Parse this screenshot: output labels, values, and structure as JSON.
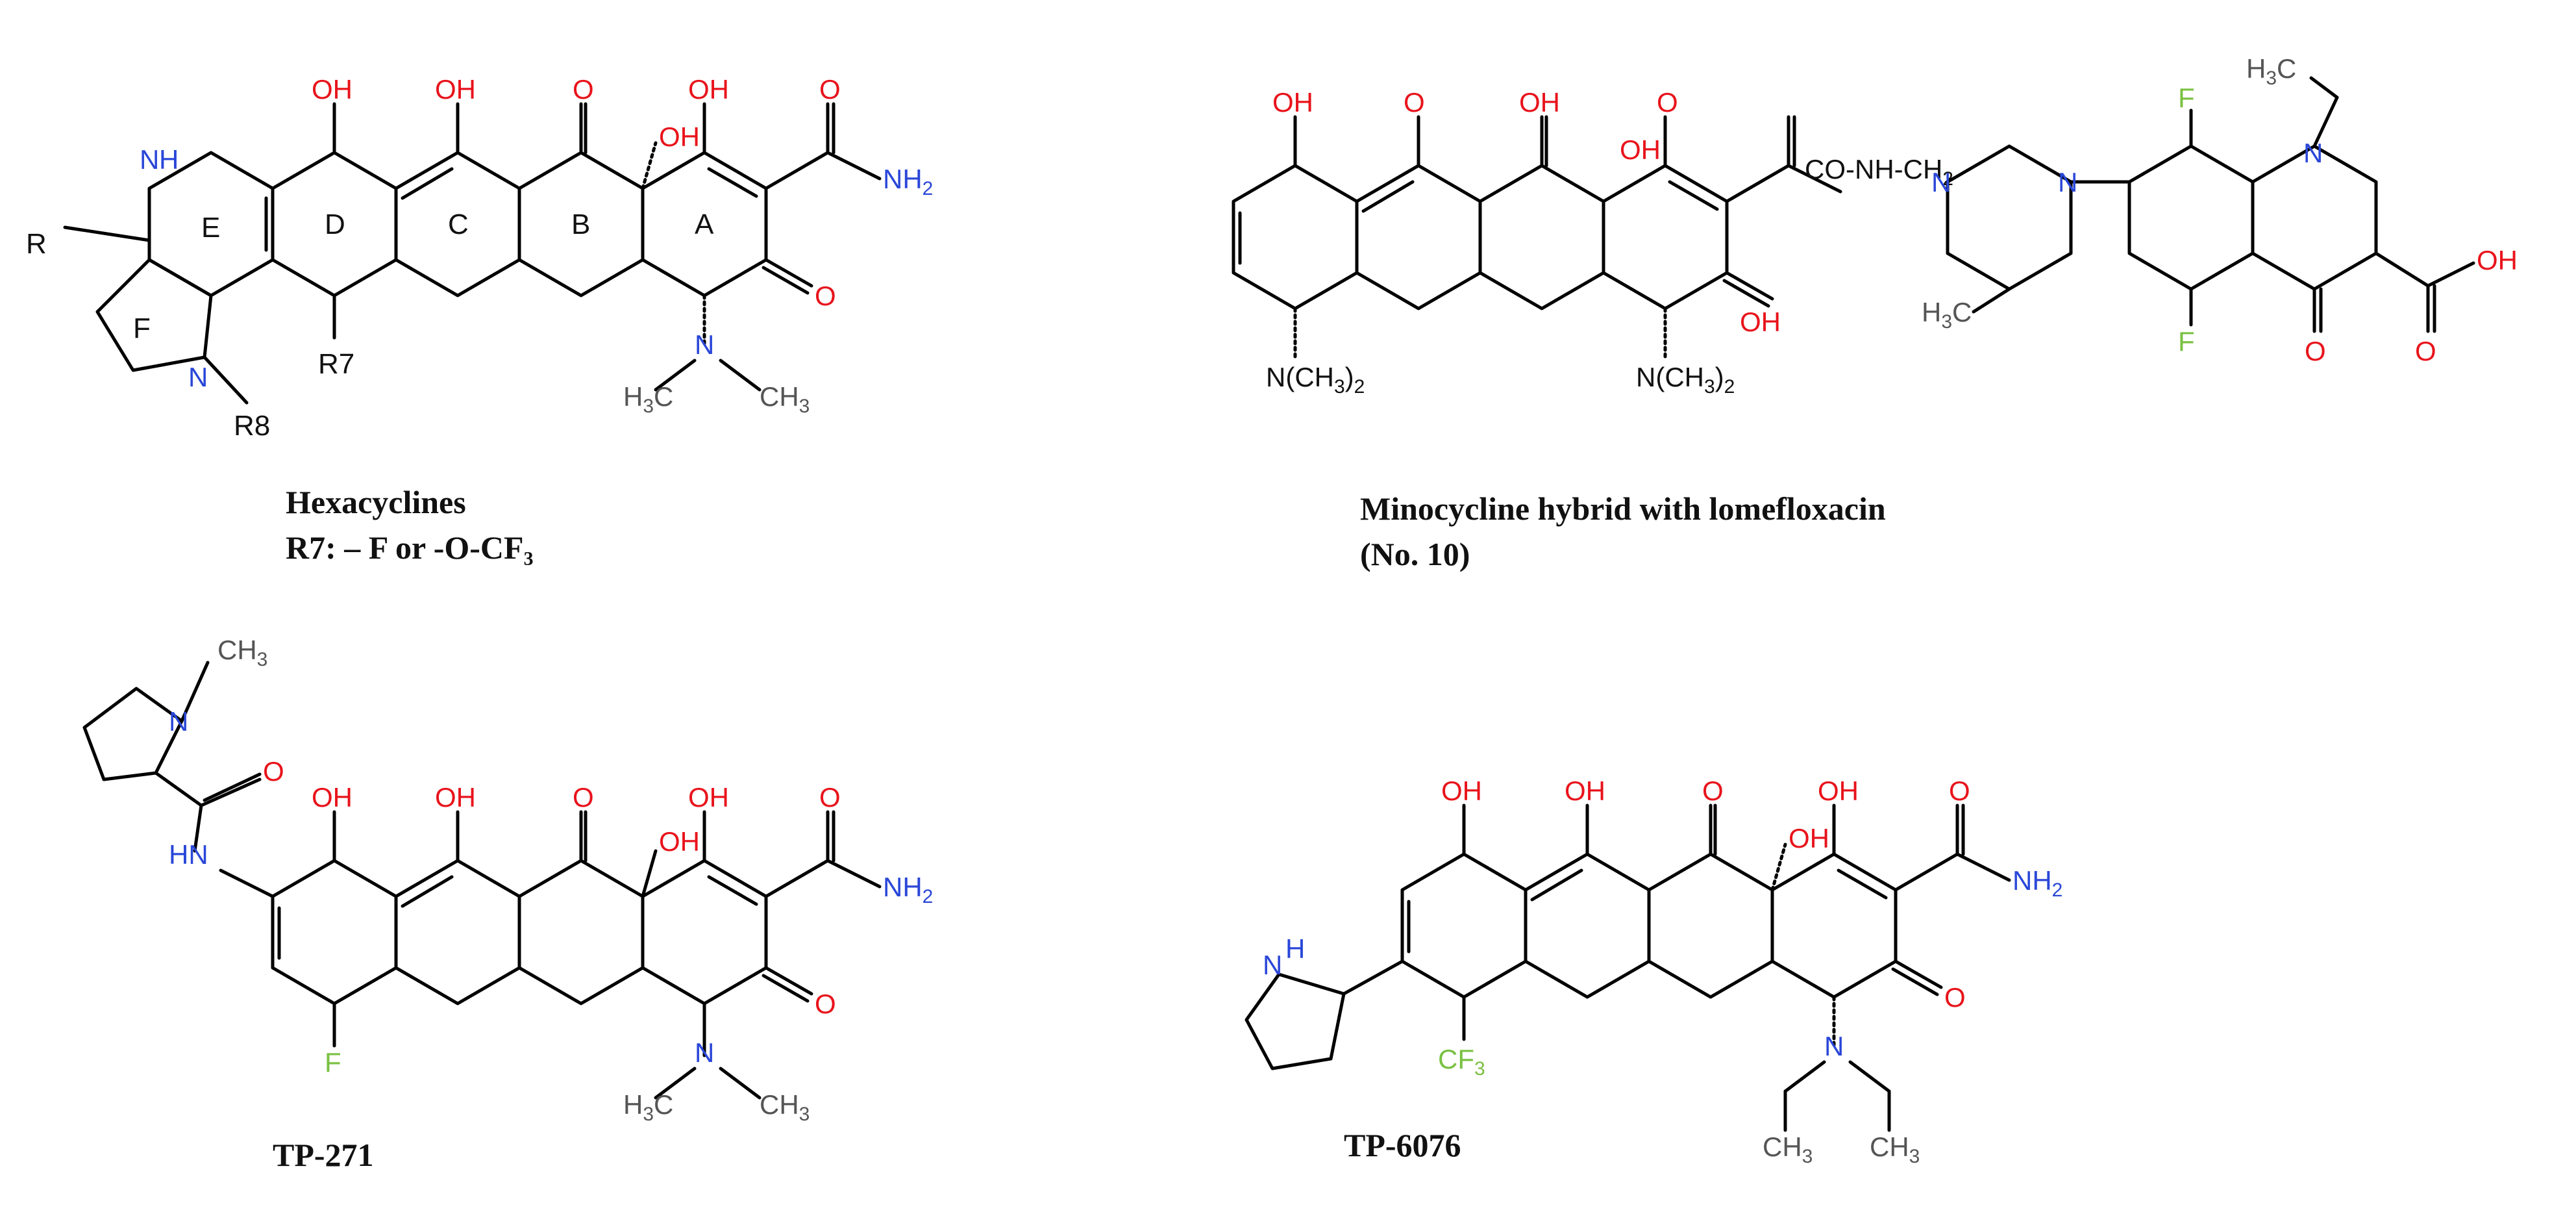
{
  "colors": {
    "bond": "#000000",
    "oxygen": "#e8131b",
    "nitrogen": "#2a47d8",
    "fluorine": "#7ac142",
    "carbon_label": "#555555"
  },
  "molecules": [
    {
      "id": "hexacyclines",
      "captions": [
        "Hexacyclines",
        "R7: – F or -O-CF₃"
      ],
      "ring_labels": [
        "A",
        "B",
        "C",
        "D",
        "E",
        "F"
      ],
      "substituent_labels": [
        "R",
        "R7",
        "R8"
      ]
    },
    {
      "id": "minocycline-lomefloxacin",
      "captions": [
        "Minocycline hybrid with lomefloxacin",
        "(No. 10)"
      ]
    },
    {
      "id": "tp-271",
      "captions": [
        "TP-271"
      ]
    },
    {
      "id": "tp-6076",
      "captions": [
        "TP-6076"
      ]
    }
  ]
}
